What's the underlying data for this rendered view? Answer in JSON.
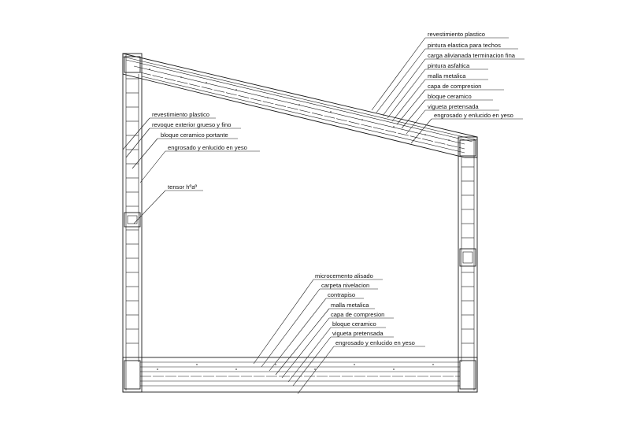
{
  "roof_labels": [
    "revestimiento plastico",
    "pintura elastica para techos",
    "carga alivianada terminacion fina",
    "pintura asfaltica",
    "malla metalica",
    "capa de compresion",
    "bloque ceramico",
    "vigueta pretensada",
    "engrosado y enlucido en yeso"
  ],
  "wall_labels": [
    "revestimiento plastico",
    "revoque exterior grueso y fino",
    "bloque ceramico portante",
    "engrosado y enlucido en yeso"
  ],
  "tensor_label": "tensor hºaº",
  "floor_labels": [
    "microcemento alisado",
    "carpeta nivelacion",
    "contrapiso",
    "malla metalica",
    "capa de compresion",
    "bloque ceramico",
    "vigueta pretensada",
    "engrosado y enlucido en yeso"
  ]
}
